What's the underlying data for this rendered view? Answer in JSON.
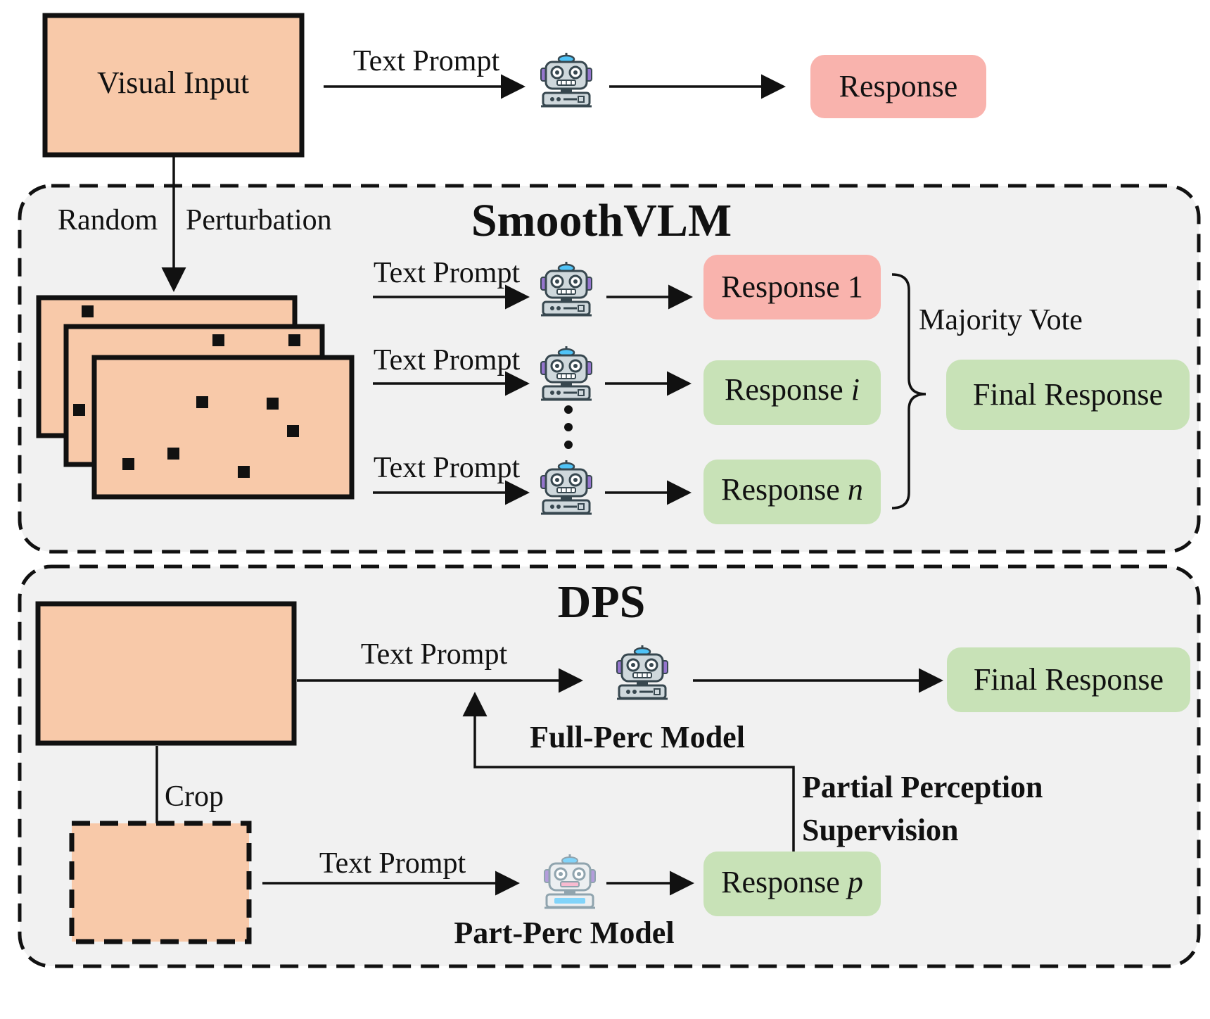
{
  "top": {
    "visual_input_label": "Visual Input",
    "text_prompt": "Text Prompt",
    "response_label": "Response"
  },
  "smoothvlm": {
    "title": "SmoothVLM",
    "perturbation_label_left": "Random",
    "perturbation_label_right": "Perturbation",
    "rows": [
      {
        "prompt": "Text Prompt",
        "response_label": "Response 1",
        "variant": "rejected"
      },
      {
        "prompt": "Text Prompt",
        "response_prefix": "Response ",
        "response_var": "i",
        "variant": "accepted"
      },
      {
        "prompt": "Text Prompt",
        "response_prefix": "Response ",
        "response_var": "n",
        "variant": "accepted"
      }
    ],
    "majority_vote_label": "Majority Vote",
    "final_response_label": "Final Response"
  },
  "dps": {
    "title": "DPS",
    "crop_label": "Crop",
    "full_prompt": "Text Prompt",
    "full_model_label": "Full-Perc Model",
    "final_response_label": "Final Response",
    "supervision_line1": "Partial Perception",
    "supervision_line2": "Supervision",
    "part_prompt": "Text Prompt",
    "part_model_label": "Part-Perc Model",
    "response_p_prefix": "Response ",
    "response_p_var": "p"
  },
  "colors": {
    "peach": "#f8c9a9",
    "pink": "#f9b3ad",
    "green": "#c8e2b7",
    "panel_bg": "#f1f1f1",
    "robot_body": "#cfd8dc",
    "robot_dark": "#37474f",
    "robot_antenna": "#4fc3f7",
    "robot_ear": "#9575cd"
  }
}
